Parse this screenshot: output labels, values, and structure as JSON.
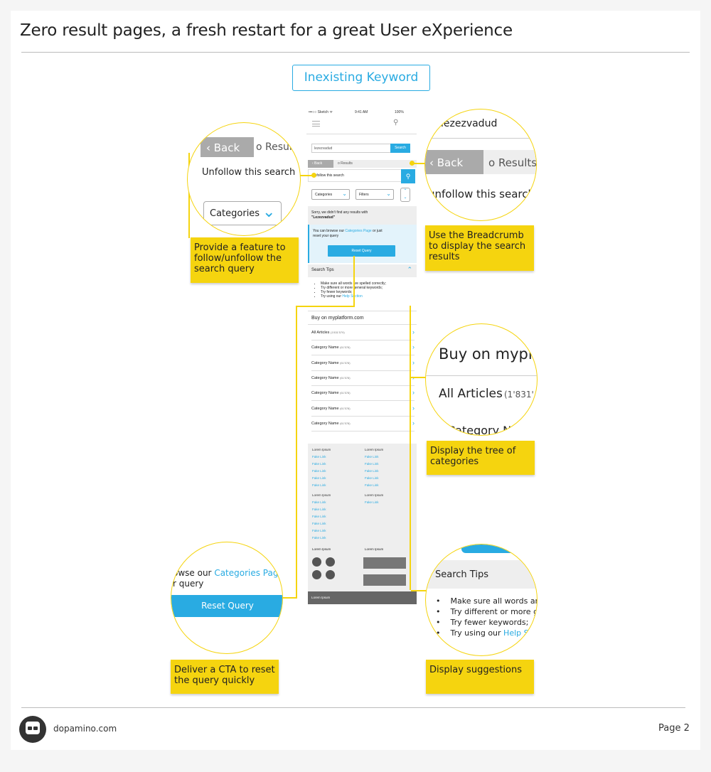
{
  "header": {
    "title": "Zero result pages, a fresh restart for a great User eXperience"
  },
  "keyword_label": "Inexisting Keyword",
  "phone": {
    "status": {
      "carrier": "•••○○ Sketch ᯤ",
      "time": "9:41 AM",
      "battery": "100%"
    },
    "search_value": "lezezvadud",
    "search_button": "Search",
    "crumb_back": "‹ Back",
    "crumb_results": "o Results",
    "unfollow": "Unfollow this search",
    "dropdown_categories": "Categories",
    "dropdown_filters": "Filters",
    "sorry_line1": "Sorry, we didn't find any results with",
    "sorry_line2": "\"Lezezvadud\"",
    "browse_pre": "You can browse our ",
    "browse_link": "Categories Page",
    "browse_post": " or just",
    "browse_line2": "reset your query",
    "reset_button": "Reset Query",
    "tips_title": "Search Tips",
    "tips": [
      "Make sure all words are spelled correctly;",
      "Try different or more general keywords;",
      "Try fewer keywords;"
    ],
    "tips_last_pre": "Try using our ",
    "tips_last_link": "Help Section",
    "buy_title": "Buy on myplatform.com",
    "categories": [
      {
        "name": "All Articles",
        "count": "(1'831'579)"
      },
      {
        "name": "Category Name",
        "count": "(61'578)"
      },
      {
        "name": "Category Name",
        "count": "(61'578)"
      },
      {
        "name": "Category Name",
        "count": "(61'578)"
      },
      {
        "name": "Category Name",
        "count": "(61'578)"
      },
      {
        "name": "Category Name",
        "count": "(61'578)"
      },
      {
        "name": "Category Name",
        "count": "(61'578)"
      }
    ],
    "footer_heading": "Lorem Ipsum",
    "fake_link": "Fake Link",
    "bottom_bar": "Lorem Ipsum"
  },
  "callouts": {
    "follow": {
      "note": "Provide a feature to follow/unfollow the search query",
      "back": "‹ Back",
      "results": "o Results",
      "unfollow": "Unfollow this search",
      "categories": "Categories"
    },
    "breadcrumb": {
      "note": "Use the Breadcrumb to display the search results",
      "search_value": "lezezvadud",
      "back": "‹ Back",
      "results": "o Results",
      "unfollow": "unfollow this search"
    },
    "tree": {
      "note": "Display the tree of categories",
      "buy": "Buy on mypla",
      "all": "All Articles",
      "count": "(1'831'",
      "cat": "Category N"
    },
    "cta": {
      "note": "Deliver a CTA to reset the query quickly",
      "browse_pre": "owse our ",
      "browse_link": "Categories Page",
      "browse_post": " or",
      "query": "r query",
      "button": "Reset Query"
    },
    "suggestions": {
      "note": "Display suggestions",
      "title": "Search Tips",
      "tips": [
        "Make sure all words are",
        "Try different or more ger",
        "Try fewer keywords;"
      ],
      "last_pre": "Try using our ",
      "last_link": "Help Se"
    }
  },
  "footer": {
    "site": "dopamino.com",
    "page": "Page 2"
  }
}
